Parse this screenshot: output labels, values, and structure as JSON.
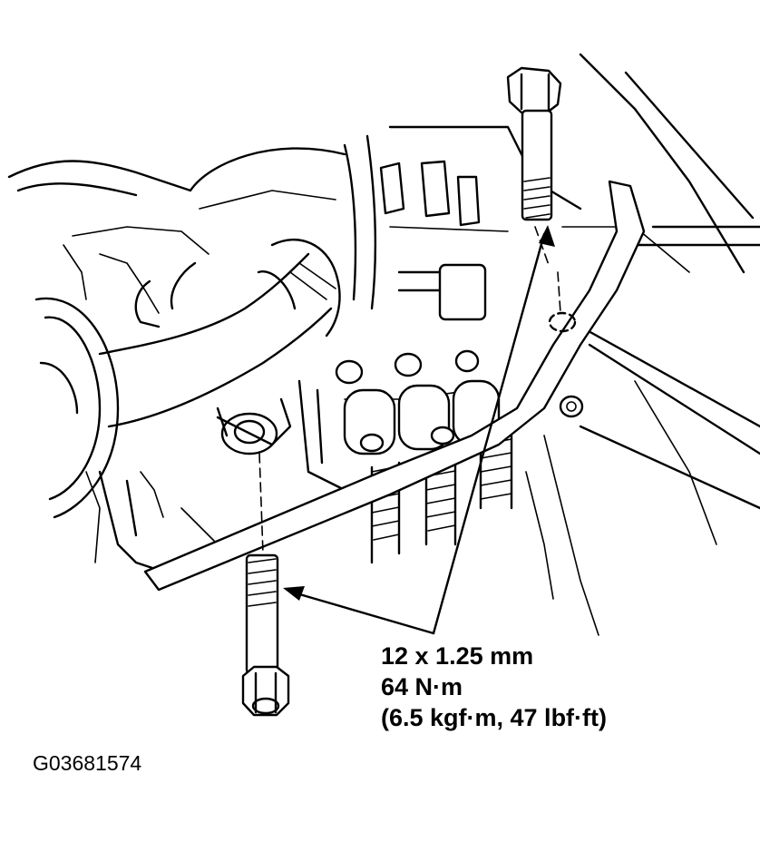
{
  "callout": {
    "size": "12 x 1.25 mm",
    "torque": "64 N·m",
    "torque_alt": "(6.5 kgf·m, 47 lbf·ft)"
  },
  "figure_code": "G03681574"
}
